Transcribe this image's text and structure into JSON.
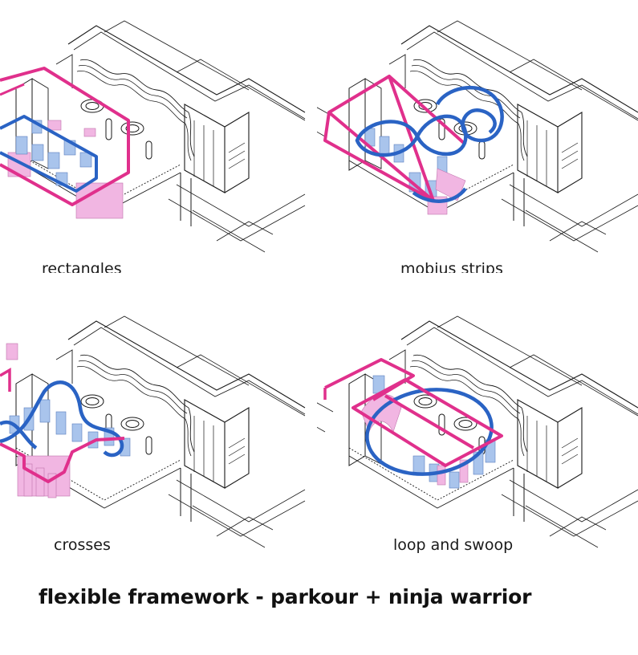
{
  "colors": {
    "magenta": "#e0308c",
    "blue": "#2a63c4",
    "pink_fill": "#f1b6e2",
    "blue_fill": "#a9c4ec",
    "line": "#1a1a1a"
  },
  "panels": [
    {
      "caption": "rectangles",
      "diagram": "rectangles"
    },
    {
      "caption": "mobius strips",
      "diagram": "mobius-strips"
    },
    {
      "caption": "crosses",
      "diagram": "crosses"
    },
    {
      "caption": "loop and swoop",
      "diagram": "loop-and-swoop"
    }
  ],
  "title": "flexible framework - parkour + ninja warrior"
}
